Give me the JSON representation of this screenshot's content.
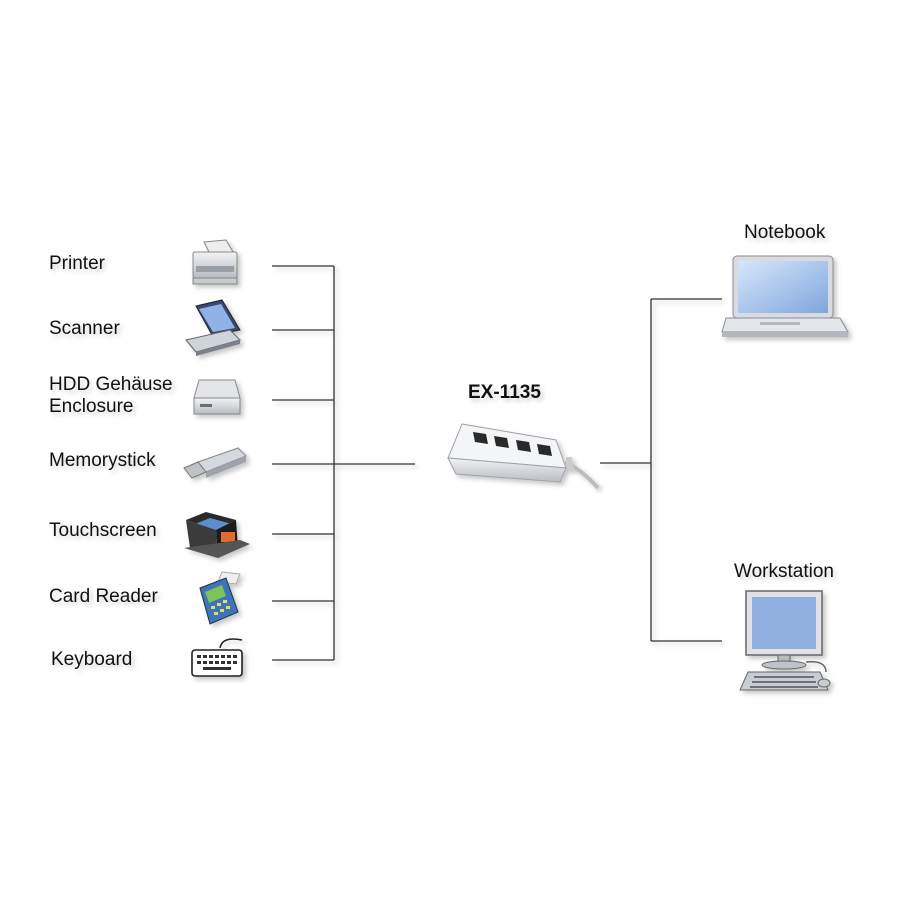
{
  "hub": {
    "model": "EX-1135"
  },
  "devices": [
    {
      "label": "Printer",
      "icon": "printer-icon"
    },
    {
      "label": "Scanner",
      "icon": "scanner-icon"
    },
    {
      "label_line1": "HDD Gehäuse",
      "label_line2": "Enclosure",
      "icon": "hdd-enclosure-icon"
    },
    {
      "label": "Memorystick",
      "icon": "usb-stick-icon"
    },
    {
      "label": "Touchscreen",
      "icon": "touchscreen-pos-icon"
    },
    {
      "label": "Card Reader",
      "icon": "card-reader-icon"
    },
    {
      "label": "Keyboard",
      "icon": "keyboard-icon"
    }
  ],
  "hosts": [
    {
      "label": "Notebook",
      "icon": "notebook-icon"
    },
    {
      "label": "Workstation",
      "icon": "workstation-icon"
    }
  ]
}
